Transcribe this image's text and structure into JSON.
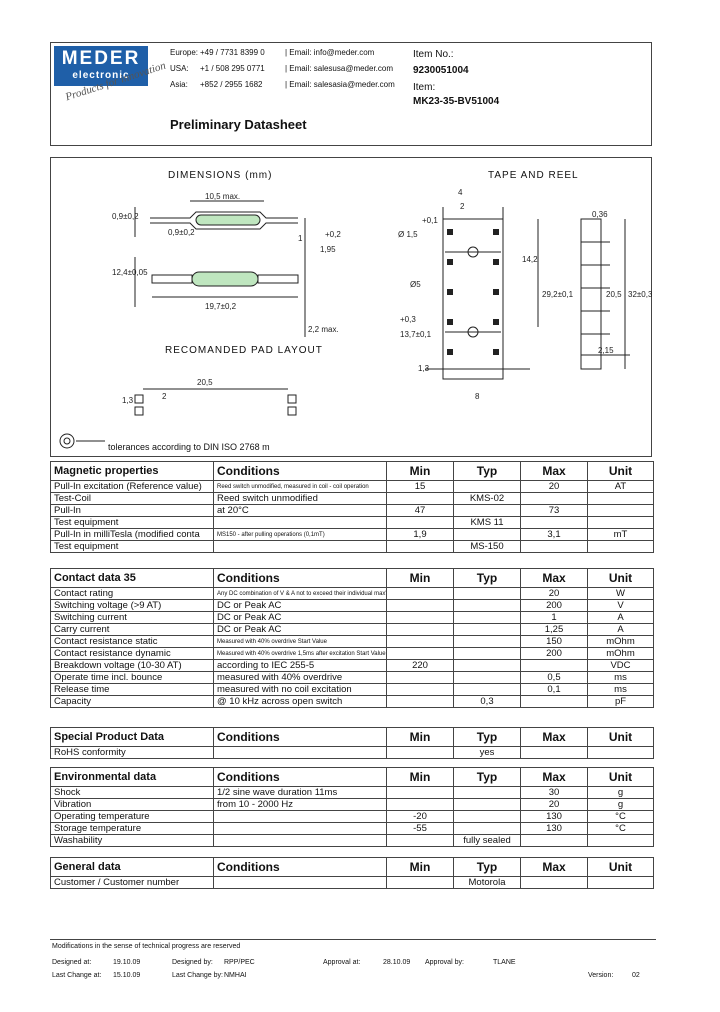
{
  "header": {
    "logo_line1": "MEDER",
    "logo_line2": "electronic",
    "slogan": "Products for innovation",
    "contacts": [
      {
        "region": "Europe:",
        "phone": "+49 / 7731 8399 0",
        "email": "| Email: info@meder.com"
      },
      {
        "region": "USA:",
        "phone": "+1 / 508 295 0771",
        "email": "| Email: salesusa@meder.com"
      },
      {
        "region": "Asia:",
        "phone": "+852 / 2955 1682",
        "email": "| Email: salesasia@meder.com"
      }
    ],
    "item_no_label": "Item No.:",
    "item_no": "9230051004",
    "item_label": "Item:",
    "item": "MK23-35-BV51004",
    "title": "Preliminary Datasheet"
  },
  "drawing": {
    "dimensions_label": "DIMENSIONS (mm)",
    "tape_label": "TAPE AND REEL",
    "pad_label": "RECOMANDED PAD LAYOUT",
    "tolerance": "tolerances according to DIN ISO 2768 m",
    "dims": {
      "d1": "10,5 max.",
      "d2": "0,9±0,2",
      "d3": "19,7±0,2",
      "d4": "1,95",
      "d5": "2,2 max.",
      "d6": "20,5",
      "d7": "1,3",
      "d8": "2",
      "d9": "0,9±0,2",
      "d10": "12,4±0,05",
      "d11": "+0,2",
      "d12": "1"
    },
    "tape_dims": {
      "t1": "4",
      "t2": "2",
      "t3": "+0,1",
      "t4": "Ø 1,5",
      "t5": "14,2",
      "t6": "29,2±0,1",
      "t7": "Ø5",
      "t8": "0,36",
      "t9": "20,5",
      "t10": "32±0,3",
      "t11": "2,15",
      "t12": "1,3",
      "t13": "8",
      "t14": "+0,3",
      "t15": "13,7±0,1"
    }
  },
  "tables": [
    {
      "title": "Magnetic properties",
      "headers": [
        "Conditions",
        "Min",
        "Typ",
        "Max",
        "Unit"
      ],
      "rows": [
        [
          "Pull-In excitation (Reference value)",
          "Reed switch unmodified, measured in coil - coil operation",
          "15",
          "",
          "20",
          "AT"
        ],
        [
          "Test-Coil",
          "Reed switch unmodified",
          "",
          "KMS-02",
          "",
          ""
        ],
        [
          "Pull-In",
          "at 20°C",
          "47",
          "",
          "73",
          ""
        ],
        [
          "Test equipment",
          "",
          "",
          "KMS 11",
          "",
          ""
        ],
        [
          "Pull-In in milliTesla (modified conta",
          "MS150 - after pulling operations (0,1mT)",
          "1,9",
          "",
          "3,1",
          "mT"
        ],
        [
          "Test equipment",
          "",
          "",
          "MS-150",
          "",
          ""
        ]
      ]
    },
    {
      "title": "Contact data 35",
      "headers": [
        "Conditions",
        "Min",
        "Typ",
        "Max",
        "Unit"
      ],
      "rows": [
        [
          "Contact rating",
          "Any DC combination of V & A not to exceed their individual max's",
          "",
          "",
          "20",
          "W"
        ],
        [
          "Switching voltage (>9 AT)",
          "DC or Peak AC",
          "",
          "",
          "200",
          "V"
        ],
        [
          "Switching current",
          "DC or Peak AC",
          "",
          "",
          "1",
          "A"
        ],
        [
          "Carry current",
          "DC or Peak AC",
          "",
          "",
          "1,25",
          "A"
        ],
        [
          "Contact resistance static",
          "Measured with 40% overdrive Start Value",
          "",
          "",
          "150",
          "mOhm"
        ],
        [
          "Contact resistance dynamic",
          "Measured with 40% overdrive 1,5ms after excitation Start Value",
          "",
          "",
          "200",
          "mOhm"
        ],
        [
          "Breakdown voltage (10-30 AT)",
          "according to IEC 255-5",
          "220",
          "",
          "",
          "VDC"
        ],
        [
          "Operate time incl. bounce",
          "measured with 40% overdrive",
          "",
          "",
          "0,5",
          "ms"
        ],
        [
          "Release time",
          "measured with no coil excitation",
          "",
          "",
          "0,1",
          "ms"
        ],
        [
          "Capacity",
          "@ 10 kHz across open switch",
          "",
          "0,3",
          "",
          "pF"
        ]
      ]
    },
    {
      "title": "Special Product Data",
      "headers": [
        "Conditions",
        "Min",
        "Typ",
        "Max",
        "Unit"
      ],
      "rows": [
        [
          "RoHS conformity",
          "",
          "",
          "yes",
          "",
          ""
        ]
      ]
    },
    {
      "title": "Environmental data",
      "headers": [
        "Conditions",
        "Min",
        "Typ",
        "Max",
        "Unit"
      ],
      "rows": [
        [
          "Shock",
          "1/2 sine wave duration 11ms",
          "",
          "",
          "30",
          "g"
        ],
        [
          "Vibration",
          "from 10 - 2000 Hz",
          "",
          "",
          "20",
          "g"
        ],
        [
          "Operating temperature",
          "",
          "-20",
          "",
          "130",
          "°C"
        ],
        [
          "Storage temperature",
          "",
          "-55",
          "",
          "130",
          "°C"
        ],
        [
          "Washability",
          "",
          "",
          "fully sealed",
          "",
          ""
        ]
      ]
    },
    {
      "title": "General data",
      "headers": [
        "Conditions",
        "Min",
        "Typ",
        "Max",
        "Unit"
      ],
      "rows": [
        [
          "Customer / Customer number",
          "",
          "",
          "Motorola",
          "",
          ""
        ]
      ]
    }
  ],
  "footer": {
    "notice": "Modifications in the sense of technical progress are reserved",
    "designed_at_label": "Designed at:",
    "designed_at": "19.10.09",
    "designed_by_label": "Designed by:",
    "designed_by": "RPP/PEC",
    "approval_at_label": "Approval at:",
    "approval_at": "28.10.09",
    "approval_by_label": "Approval by:",
    "approval_by": "TLANE",
    "last_change_label": "Last Change at:",
    "last_change": "15.10.09",
    "last_change_by_label": "Last Change by:",
    "last_change_by": "NMHAI",
    "version_label": "Version:",
    "version": "02"
  }
}
